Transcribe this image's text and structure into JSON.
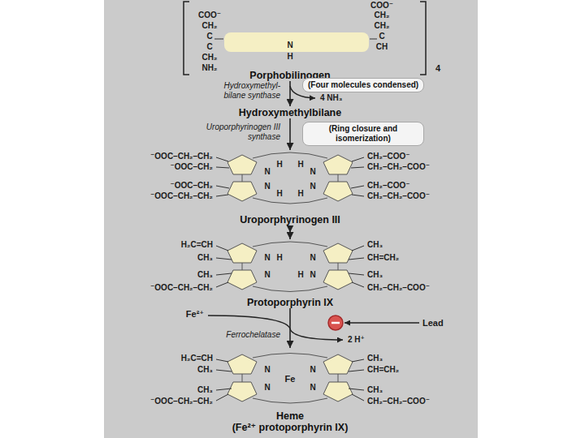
{
  "diagram": {
    "nodes": [
      {
        "text": [
          "Porphobilinogen"
        ]
      },
      {
        "text": [
          "(Four molecules condensed)"
        ]
      },
      {
        "text": [
          "Hydroxymethylbilane"
        ]
      },
      {
        "text": [
          "(Ring closure and isomerization)"
        ]
      },
      {
        "text": [
          "Uroporphyrinogen III"
        ]
      },
      {
        "text": [
          "Protoporphyrin IX"
        ]
      },
      {
        "text": [
          "Heme",
          "(Fe²⁺ protoporphyrin IX)"
        ]
      }
    ],
    "edges": [
      {
        "from": 0,
        "to": 2,
        "arrow": "to"
      },
      {
        "from": 2,
        "to": 4,
        "arrow": "to"
      },
      {
        "from": 4,
        "to": 5,
        "arrow": "to"
      },
      {
        "from": 5,
        "to": 6,
        "arrow": "to"
      }
    ],
    "labels": [
      "COO⁻",
      "COO⁻",
      "CH₂",
      "CH₂",
      "CH₂",
      "C",
      "C",
      "C",
      "N",
      "CH",
      "H",
      "CH₂",
      "NH₂",
      "4",
      "⁻OOC–CH₂–CH₂",
      "⁻OOC–CH₂",
      "⁻OOC–CH₂",
      "⁻OOC–CH₂–CH₂",
      "CH₂–COO⁻",
      "CH₂–CH₂–COO⁻",
      "CH₂–COO⁻",
      "CH₂–CH₂–COO⁻",
      "H",
      "H",
      "N",
      "N",
      "N",
      "H",
      "H",
      "N",
      "H₂C=CH",
      "CH₃",
      "CH₃",
      "⁻OOC–CH₂–CH₂",
      "CH₃",
      "CH=CH₂",
      "CH₃",
      "CH₂–CH₂–COO⁻",
      "N",
      "H",
      "N",
      "N",
      "H",
      "N",
      "Hydroxymethyl- bilane synthase",
      "4 NH₃",
      "Uroporphyrinogen III synthase",
      "Fe²⁺",
      "Ferrochelatase",
      "Lead",
      "2 H⁺",
      "H₂C=CH",
      "CH₃",
      "CH₃",
      "⁻OOC–CH₂–CH₂",
      "CH₃",
      "CH=CH₂",
      "CH₃",
      "CH₂–CH₂–COO⁻",
      "N",
      "N",
      "N",
      "N",
      "Fe"
    ]
  }
}
